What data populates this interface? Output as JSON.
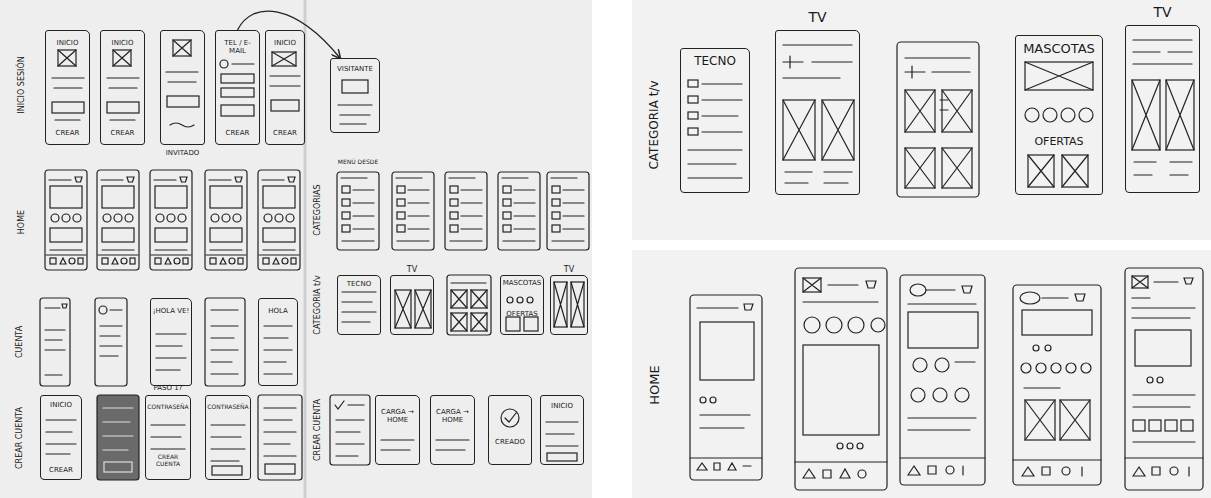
{
  "diagram": {
    "nodes": [
      {
        "text": [
          "INICIO",
          "CREAR"
        ]
      },
      {
        "text": [
          "INICIO",
          "CREAR"
        ]
      },
      {
        "text": [
          "INVITADO"
        ]
      },
      {
        "text": [
          "TEL / E-MAIL",
          "CREAR"
        ]
      },
      {
        "text": [
          "INICIO",
          "CREAR"
        ]
      },
      {
        "text": [
          "VISITANTE"
        ]
      },
      {
        "text": [
          "¡HOLA VE!"
        ]
      },
      {
        "text": [
          "HOLA"
        ]
      },
      {
        "text": [
          "TECNO"
        ]
      },
      {
        "text": [
          "TV"
        ]
      },
      {
        "text": [
          "MASCOTAS",
          "OFERTAS"
        ]
      },
      {
        "text": [
          "TV"
        ]
      },
      {
        "text": [
          "INICIO",
          "CREAR"
        ]
      },
      {
        "text": [
          "PASO 1?",
          "CONTRASEÑA",
          "CREAR CUENTA"
        ]
      },
      {
        "text": [
          "CONTRASEÑA"
        ]
      },
      {
        "text": [
          "CARGA → HOME"
        ]
      },
      {
        "text": [
          "CARGA → HOME"
        ]
      },
      {
        "text": [
          "CREADO"
        ]
      },
      {
        "text": [
          "INICIO"
        ]
      },
      {
        "text": [
          "TECNO"
        ]
      },
      {
        "text": [
          "TV"
        ]
      },
      {
        "text": [
          "MASCOTAS",
          "OFERTAS"
        ]
      },
      {
        "text": [
          "TV"
        ]
      }
    ],
    "edges": [
      {
        "from": 3,
        "to": 5,
        "arrow": "to"
      }
    ],
    "labels": [
      "INICIO SESIÓN",
      "HOME",
      "CUENTA",
      "CREAR CUENTA",
      "CATEGORIAS",
      "CATEGORIA t/v",
      "CREAR CUENTA",
      "MENÚ DESDE",
      "CATEGORIA t/v",
      "HOME"
    ]
  }
}
